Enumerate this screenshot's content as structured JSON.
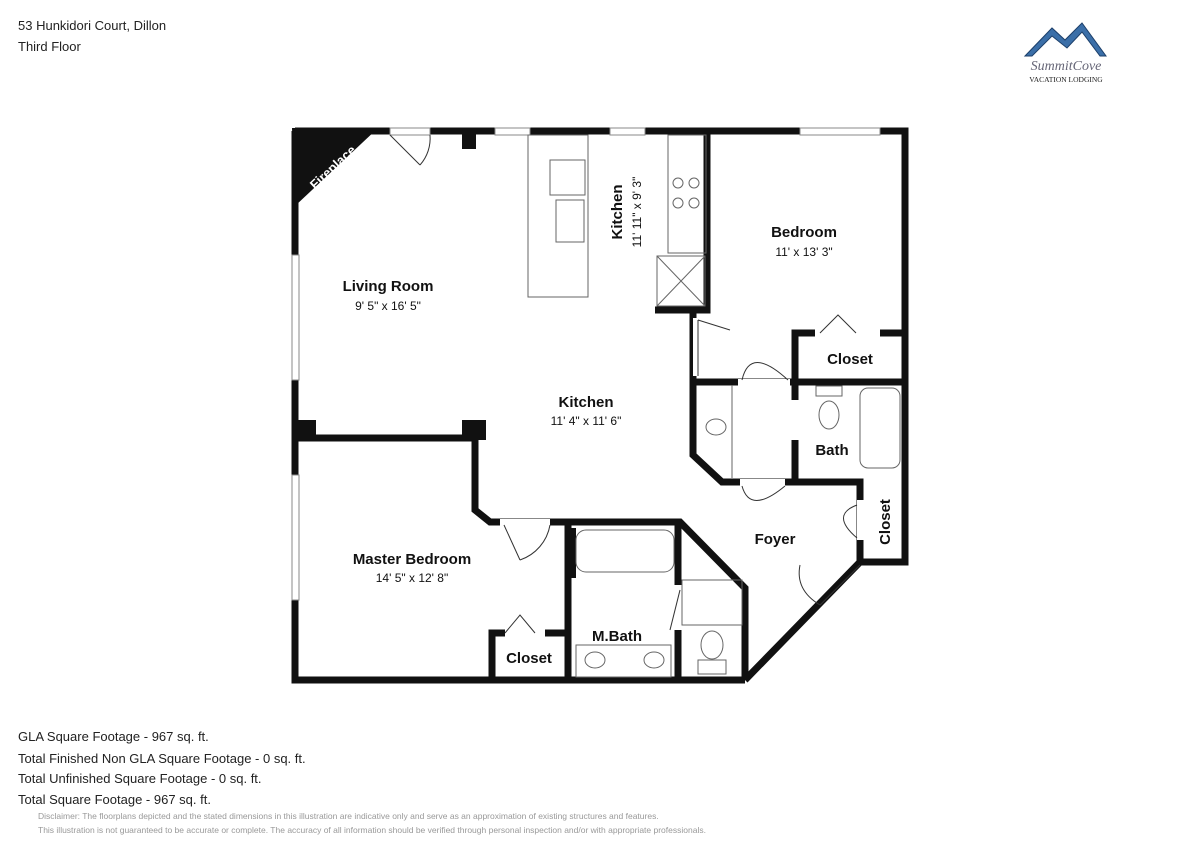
{
  "header": {
    "address": "53 Hunkidori Court, Dillon",
    "floor": "Third Floor"
  },
  "logo": {
    "name": "SummitCove",
    "tagline": "Vacation Lodging",
    "color": "#3b6fa8"
  },
  "rooms": {
    "fireplace": "Fireplace",
    "living": {
      "name": "Living Room",
      "dims": "9' 5\" x 16' 5\""
    },
    "kitchen_upper": {
      "name": "Kitchen",
      "dims": "11' 11\" x 9' 3\""
    },
    "kitchen": {
      "name": "Kitchen",
      "dims": "11' 4\" x 11' 6\""
    },
    "bedroom": {
      "name": "Bedroom",
      "dims": "11' x 13' 3\""
    },
    "closet_bed": "Closet",
    "bath": "Bath",
    "foyer": "Foyer",
    "closet_foyer": "Closet",
    "master": {
      "name": "Master Bedroom",
      "dims": "14' 5\" x 12' 8\""
    },
    "mbath": "M.Bath",
    "closet_master": "Closet"
  },
  "footer": {
    "gla": "GLA Square Footage - 967 sq. ft.",
    "non_gla": "Total Finished Non GLA Square Footage - 0 sq. ft.",
    "unfinished": "Total Unfinished Square Footage - 0 sq. ft.",
    "total": "Total Square Footage - 967 sq. ft.",
    "disclaimer1": "Disclaimer: The floorplans depicted and the stated dimensions in this illustration are indicative only and serve as an approximation of existing structures and features.",
    "disclaimer2": "This illustration is not guaranteed to be accurate or complete. The accuracy of all information should be verified through personal inspection and/or with appropriate professionals."
  }
}
